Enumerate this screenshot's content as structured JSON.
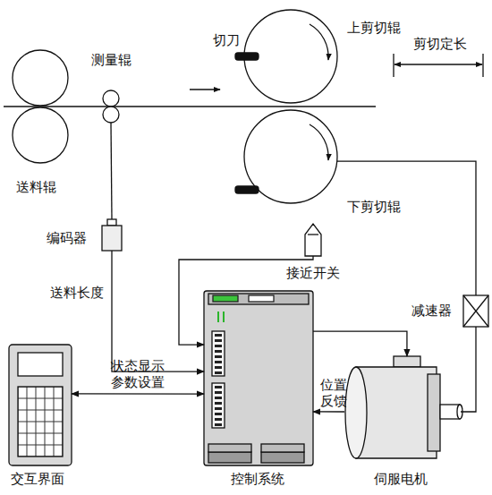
{
  "diagram": {
    "nodes": [
      {
        "text": [
          "送料辊"
        ]
      },
      {
        "text": [
          "测量辊"
        ]
      },
      {
        "text": [
          "上剪切辊"
        ]
      },
      {
        "text": [
          "下剪切辊"
        ]
      },
      {
        "text": [
          "编码器"
        ]
      },
      {
        "text": [
          "接近开关"
        ]
      },
      {
        "text": [
          "减速器"
        ]
      },
      {
        "text": [
          "控制系统"
        ]
      },
      {
        "text": [
          "伺服电机"
        ]
      },
      {
        "text": [
          "交互界面"
        ]
      }
    ],
    "edges": [
      {
        "from": 1,
        "to": 4,
        "arrow": "none"
      },
      {
        "from": 4,
        "to": 7,
        "arrow": "to",
        "label": "送料长度"
      },
      {
        "from": 5,
        "to": 7,
        "arrow": "to"
      },
      {
        "from": 9,
        "to": 7,
        "arrow": "both",
        "label": "状态显示 参数设置"
      },
      {
        "from": 7,
        "to": 8,
        "arrow": "to"
      },
      {
        "from": 8,
        "to": 7,
        "arrow": "to",
        "label": "位置 反馈"
      },
      {
        "from": 8,
        "to": 6,
        "arrow": "none"
      },
      {
        "from": 6,
        "to": 3,
        "arrow": "none"
      }
    ],
    "labels": [
      "切刀",
      "剪切定长"
    ]
  }
}
